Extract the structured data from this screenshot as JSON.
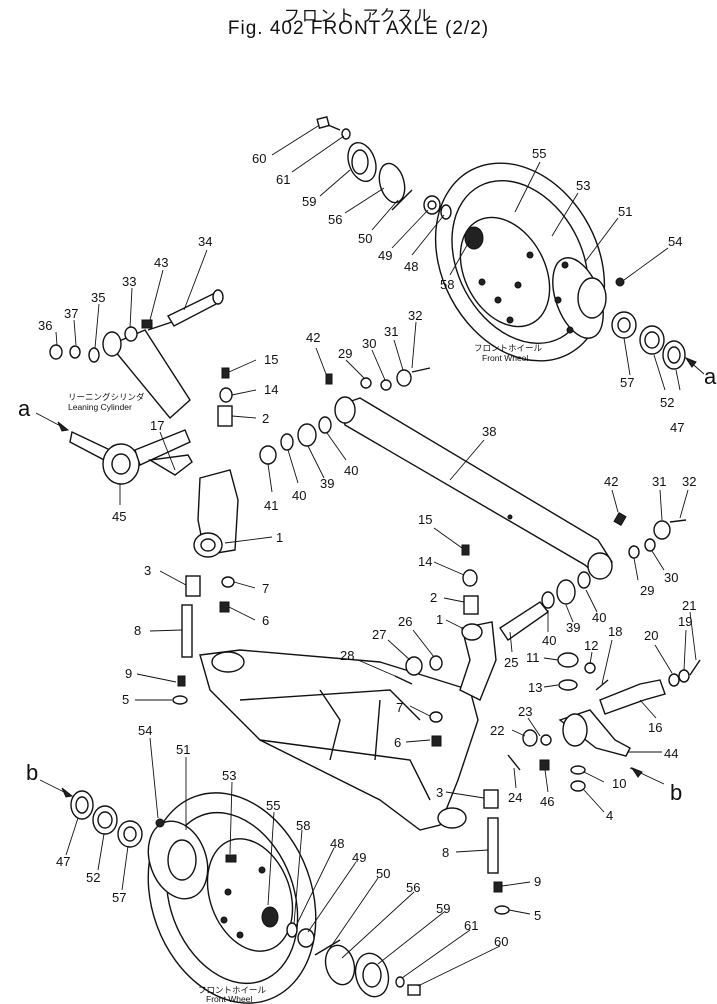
{
  "title": {
    "japanese": "フロント アクスル",
    "english": "Fig. 402 FRONT AXLE (2/2)"
  },
  "captions": {
    "leaning_cylinder_jp": "リーニングシリンダ",
    "leaning_cylinder_en": "Leaning Cylinder",
    "front_wheel_top_jp": "フロントホイール",
    "front_wheel_top_en": "Front Wheel",
    "front_wheel_bottom_jp": "フロントホイール",
    "front_wheel_bottom_en": "Front Wheel"
  },
  "reference_arrows": [
    "a",
    "a",
    "b",
    "b"
  ],
  "part_numbers": [
    "1",
    "2",
    "3",
    "4",
    "5",
    "6",
    "7",
    "8",
    "9",
    "10",
    "11",
    "12",
    "13",
    "14",
    "15",
    "16",
    "17",
    "18",
    "19",
    "20",
    "21",
    "22",
    "23",
    "24",
    "25",
    "26",
    "27",
    "28",
    "29",
    "30",
    "31",
    "32",
    "33",
    "34",
    "35",
    "36",
    "37",
    "38",
    "39",
    "40",
    "41",
    "42",
    "43",
    "44",
    "45",
    "46",
    "47",
    "48",
    "49",
    "50",
    "51",
    "52",
    "53",
    "54",
    "55",
    "56",
    "57",
    "58",
    "59",
    "60",
    "61"
  ]
}
